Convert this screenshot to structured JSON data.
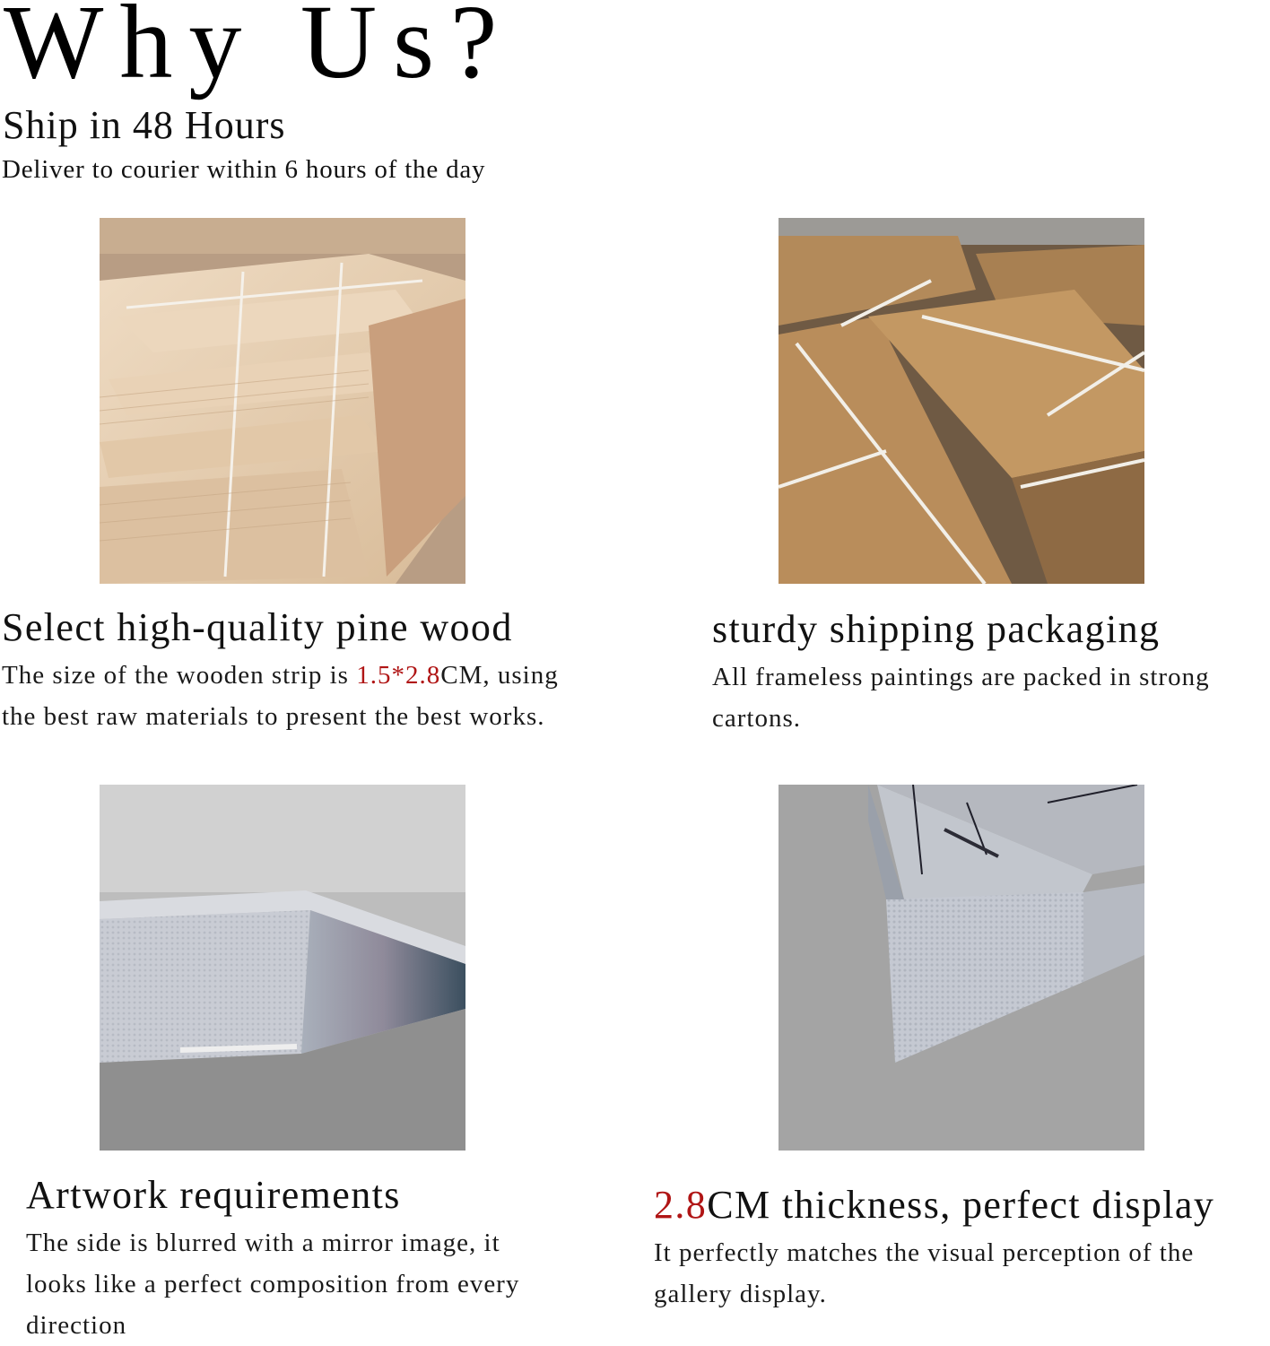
{
  "heading": "Why Us?",
  "shipping": {
    "title": "Ship in 48 Hours",
    "text": "Deliver to courier within 6 hours of the day"
  },
  "features": [
    {
      "title": "Select high-quality pine wood",
      "text_before": "The size of the wooden strip is ",
      "highlight": "1.5*2.8",
      "text_after": "CM, using the best raw materials to present the best works.",
      "image": "bundled pine wood strips"
    },
    {
      "title": "sturdy shipping packaging",
      "text": "All frameless paintings are packed in strong cartons.",
      "image": "stacked cardboard shipping cartons"
    },
    {
      "title": "Artwork requirements",
      "text": "The side is blurred with a mirror image, it looks like a perfect composition from every direction",
      "image": "canvas corner with mirrored side"
    },
    {
      "title_highlight": "2.8",
      "title_rest": "CM thickness, perfect display",
      "text": "It perfectly matches the visual perception of the gallery display.",
      "image": "canvas back corner with staple"
    }
  ],
  "colors": {
    "highlight": "#b01515",
    "text": "#111111",
    "background": "#ffffff"
  }
}
